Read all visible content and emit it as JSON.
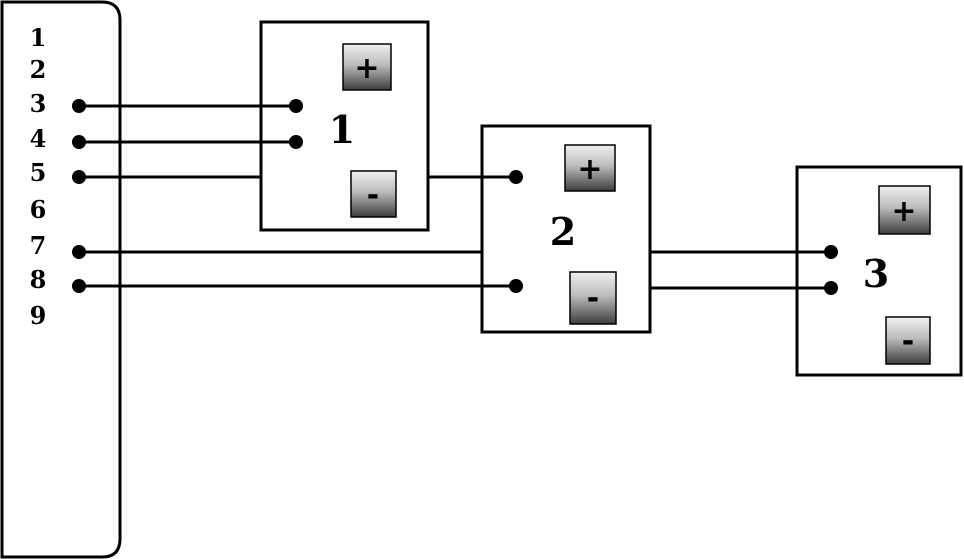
{
  "connector": {
    "pins": [
      "1",
      "2",
      "3",
      "4",
      "5",
      "6",
      "7",
      "8",
      "9"
    ]
  },
  "devices": [
    {
      "label": "1",
      "positive": "+",
      "negative": "-"
    },
    {
      "label": "2",
      "positive": "+",
      "negative": "-"
    },
    {
      "label": "3",
      "positive": "+",
      "negative": "-"
    }
  ],
  "colors": {
    "line": "#000000",
    "background": "#ffffff",
    "terminal_light": "#d9d9d9",
    "terminal_dark": "#4a4a4a"
  }
}
